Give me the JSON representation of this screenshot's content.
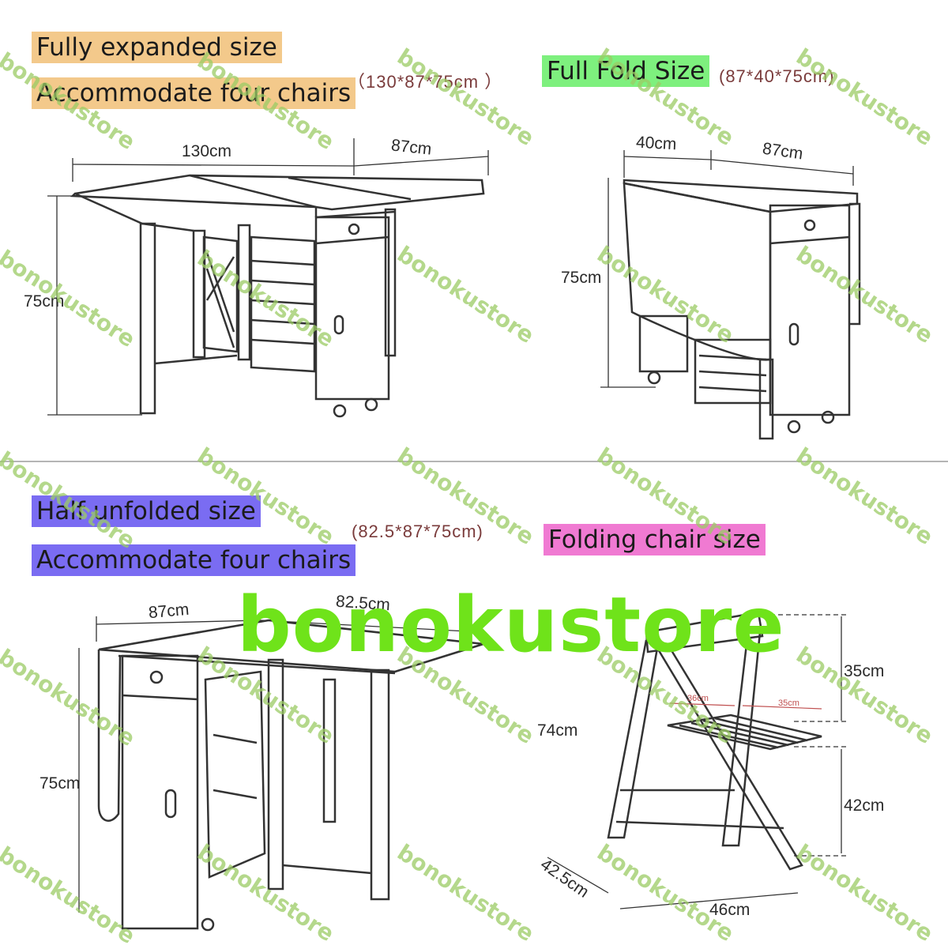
{
  "sections": {
    "expanded": {
      "title_line1": "Fully expanded size",
      "title_line2": "Accommodate four chairs",
      "dims_text": "（130*87*75cm  ）",
      "width_label": "130cm",
      "depth_label": "87cm",
      "height_label": "75cm"
    },
    "folded": {
      "title": "Full Fold Size",
      "dims_text": "(87*40*75cm)",
      "width_label": "40cm",
      "depth_label": "87cm",
      "height_label": "75cm"
    },
    "half": {
      "title_line1": "Half unfolded size",
      "title_line2": "Accommodate four chairs",
      "dims_text": "(82.5*87*75cm)",
      "depth_label": "87cm",
      "width_label": "82.5cm",
      "height_label": "75cm"
    },
    "chair": {
      "title": "Folding chair size",
      "total_height_label": "74cm",
      "back_label": "35cm",
      "seat_height_label": "42cm",
      "seat_depth_small": "36cm",
      "seat_width_small": "35cm",
      "depth_label": "42.5cm",
      "width_label": "46cm"
    }
  },
  "watermark": "bonokustore",
  "big_watermark": "bonokustore",
  "colors": {
    "orange_highlight": "#f3c98b",
    "green_highlight": "#7ef07e",
    "purple_highlight": "#7a6cf2",
    "pink_highlight": "#f07ad2",
    "watermark_green": "#9ccc65",
    "big_watermark_green": "#6fe31a"
  }
}
